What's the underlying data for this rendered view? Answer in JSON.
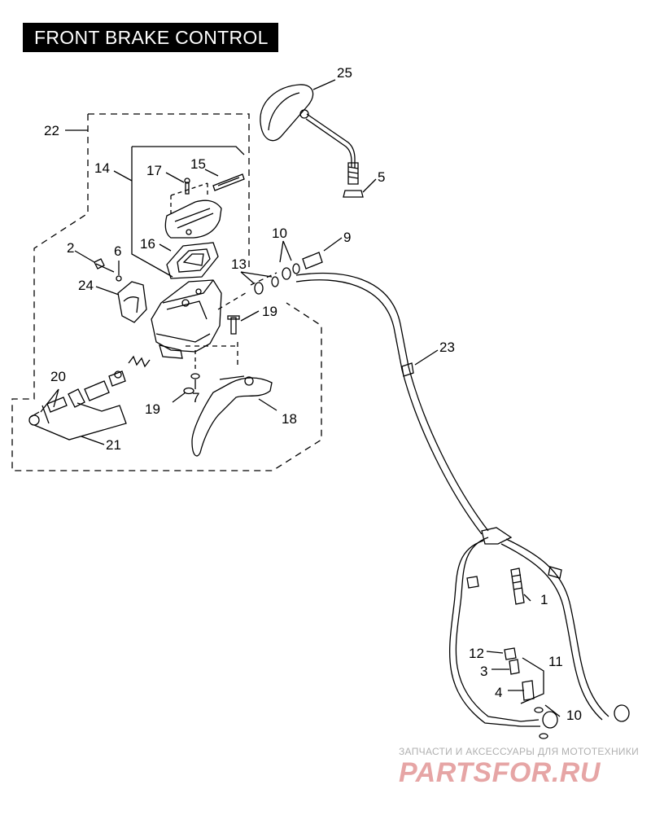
{
  "title": "FRONT BRAKE CONTROL",
  "callouts": {
    "c1": "1",
    "c2": "2",
    "c3": "3",
    "c4": "4",
    "c5": "5",
    "c6": "6",
    "c7": "7",
    "c9": "9",
    "c10a": "10",
    "c10b": "10",
    "c11": "11",
    "c12": "12",
    "c13": "13",
    "c14": "14",
    "c15": "15",
    "c16": "16",
    "c17": "17",
    "c18": "18",
    "c19a": "19",
    "c19b": "19",
    "c20": "20",
    "c21": "21",
    "c22": "22",
    "c23": "23",
    "c24": "24",
    "c25": "25"
  },
  "watermark": {
    "caption": "ЗАПЧАСТИ И АКСЕССУАРЫ ДЛЯ МОТОТЕХНИКИ",
    "logo": "PARTSFOR.RU"
  }
}
